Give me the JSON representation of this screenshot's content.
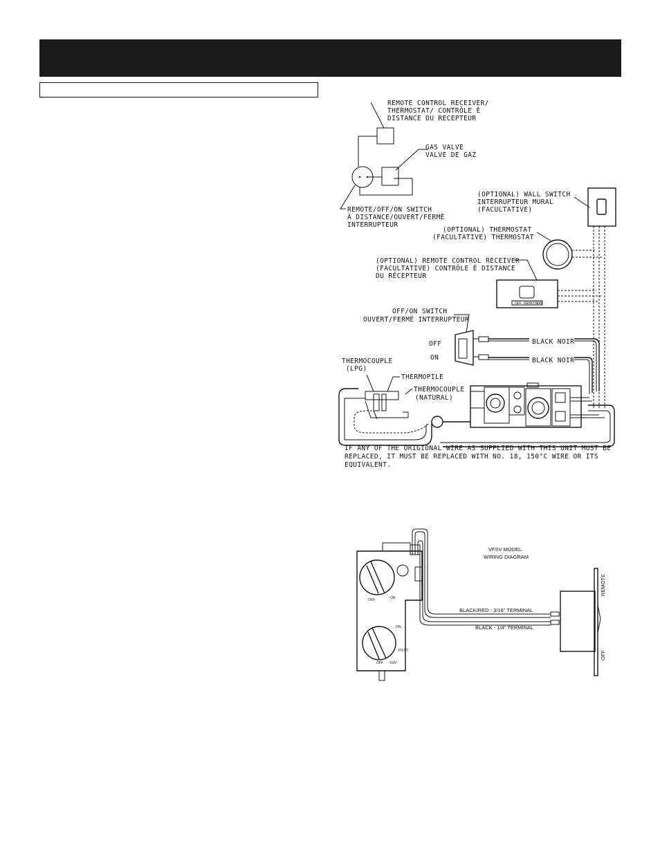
{
  "diagram1": {
    "label_remote_receiver": [
      "REMOTE CONTROL RECEIVER/",
      "THERMOSTAT/ CONTRÔLE È",
      "DISTANCE DU RECEPTEUR"
    ],
    "label_gas_valve": [
      "GAS VALVE",
      "VALVE DE GAZ"
    ],
    "label_remote_switch": [
      "REMOTE/OFF/ON SWITCH",
      "À DISTANCE/OUVERT/FERMÉ",
      "INTERRUPTEUR"
    ],
    "label_wall_switch": [
      "(OPTIONAL) WALL SWITCH",
      "INTERRUPTEUR MURAL",
      "(FACULTATIVE)"
    ],
    "label_thermostat": [
      "(OPTIONAL) THERMOSTAT",
      "(FACULTATIVE) THERMOSTAT"
    ],
    "label_remote_optional": [
      "(OPTIONAL) REMOTE CONTROL RECEIVER",
      "(FACULTATIVE) CONTRÔLE È DISTANCE",
      "DU RÉCEPTEUR"
    ],
    "label_offon_switch": [
      "OFF/ON SWITCH",
      "OUVERT/FERMÉ INTERRUPTEUR"
    ],
    "label_off": "OFF",
    "label_on": "ON",
    "label_black_noir_1": "BLACK NOIR",
    "label_black_noir_2": "BLACK NOIR",
    "label_thermocouple_lpg": [
      "THERMOCOUPLE",
      "(LPG)"
    ],
    "label_thermopile": "THERMOPILE",
    "label_thermocouple_natural": [
      "THERMOCOUPLE",
      "(NATURAL)"
    ],
    "receiver_buttons": [
      "OFF",
      "REMOTE",
      "ON"
    ],
    "note": [
      "IF ANY OF THE ORIGIONAL WIRE AS SUPPLIED WITH THIS UNIT MUST BE",
      "REPLACED, IT MUST BE REPLACED WITH NO. 18, 150°C WIRE OR ITS",
      "EQUIVALENT."
    ]
  },
  "diagram2": {
    "title": [
      "VFSV MODEL",
      "WIRING DIAGRAM"
    ],
    "wire_1": "BLACK/RED - 3/16\" TERMINAL",
    "wire_2": "BLACK - 1/4\" TERMINAL",
    "switch_remote": "REMOTE",
    "switch_off": "OFF",
    "knob1_labels": [
      "OFF",
      "ON"
    ],
    "knob2_labels": [
      "OFF",
      "IGN",
      "PILOT",
      "ON"
    ]
  }
}
